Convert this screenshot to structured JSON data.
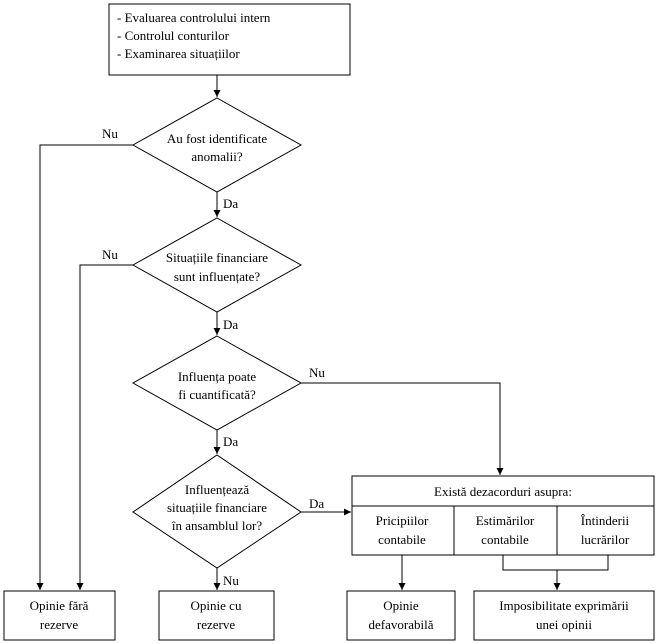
{
  "start_box": {
    "lines": [
      "- Evaluarea controlului intern",
      "- Controlul conturilor",
      "- Examinarea situațiilor"
    ]
  },
  "decisions": [
    {
      "lines": [
        "Au fost identificate",
        "anomalii?"
      ],
      "yes": "Da",
      "no": "Nu"
    },
    {
      "lines": [
        "Situațiile financiare",
        "sunt influențate?"
      ],
      "yes": "Da",
      "no": "Nu"
    },
    {
      "lines": [
        "Influența poate",
        "fi cuantificată?"
      ],
      "yes": "Da",
      "no": "Nu"
    },
    {
      "lines": [
        "Influențează",
        "situațiile financiare",
        "în ansamblul lor?"
      ],
      "yes": "Da",
      "no": "Nu"
    }
  ],
  "disagreement": {
    "title": "Există dezacorduri asupra:",
    "cells": [
      [
        "Pricipiilor",
        "contabile"
      ],
      [
        "Estimărilor",
        "contabile"
      ],
      [
        "Întinderii",
        "lucrărilor"
      ]
    ]
  },
  "outcomes": [
    [
      "Opinie fără",
      "rezerve"
    ],
    [
      "Opinie cu",
      "rezerve"
    ],
    [
      "Opinie",
      "defavorabilă"
    ],
    [
      "Imposibilitate exprimării",
      "unei opinii"
    ]
  ]
}
